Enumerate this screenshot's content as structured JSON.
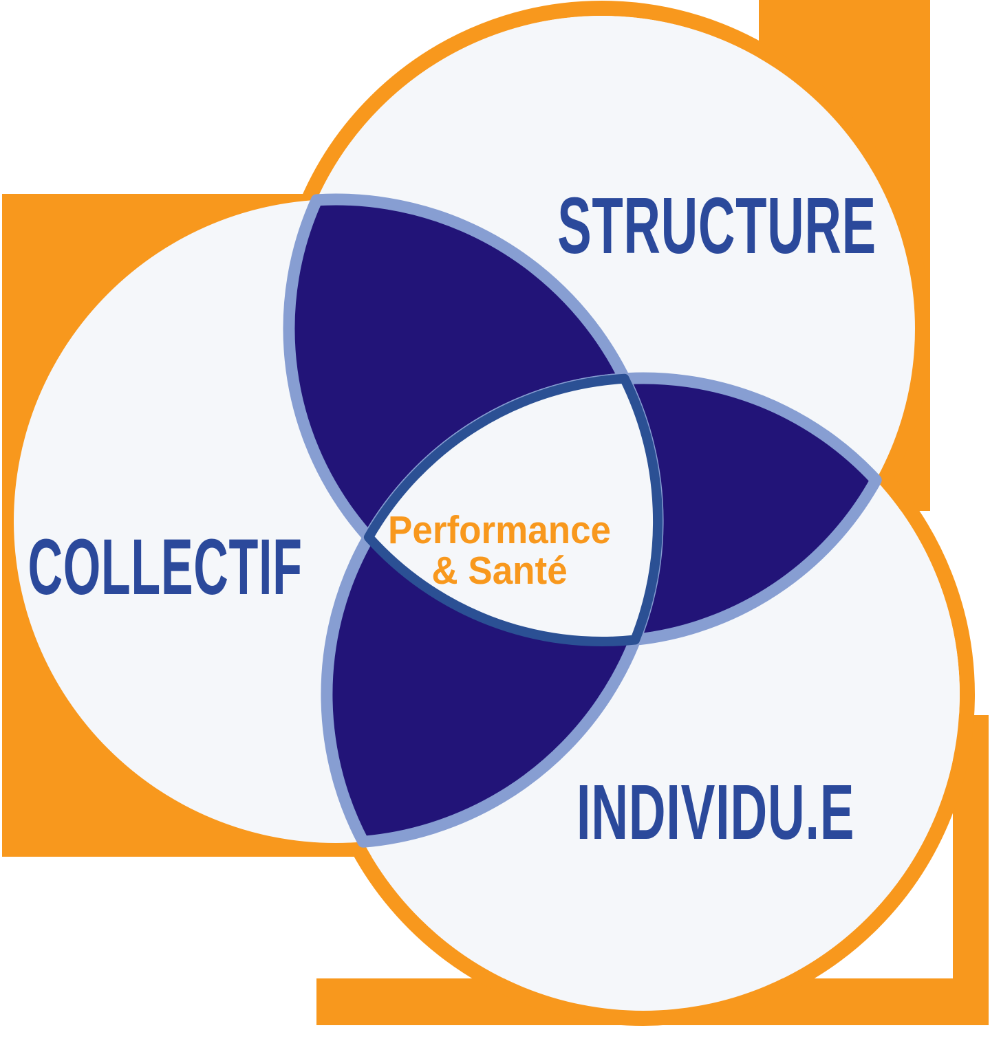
{
  "diagram": {
    "circle_labels": {
      "top": "STRUCTURE",
      "left": "COLLECTIF",
      "bottom": "INDIVIDU.E"
    },
    "center_label": {
      "line1": "Performance",
      "line2": "& Santé"
    },
    "colors": {
      "background": "#FFFFFF",
      "orange": "#F8981D",
      "circle_fill": "#F5F7FA",
      "lens_fill": "#221478",
      "lens_border": "#879ED2",
      "center_fill": "#F5F7FA",
      "center_border": "#2B5094",
      "label_blue": "#2B499B",
      "center_text_orange": "#F8981D"
    }
  }
}
